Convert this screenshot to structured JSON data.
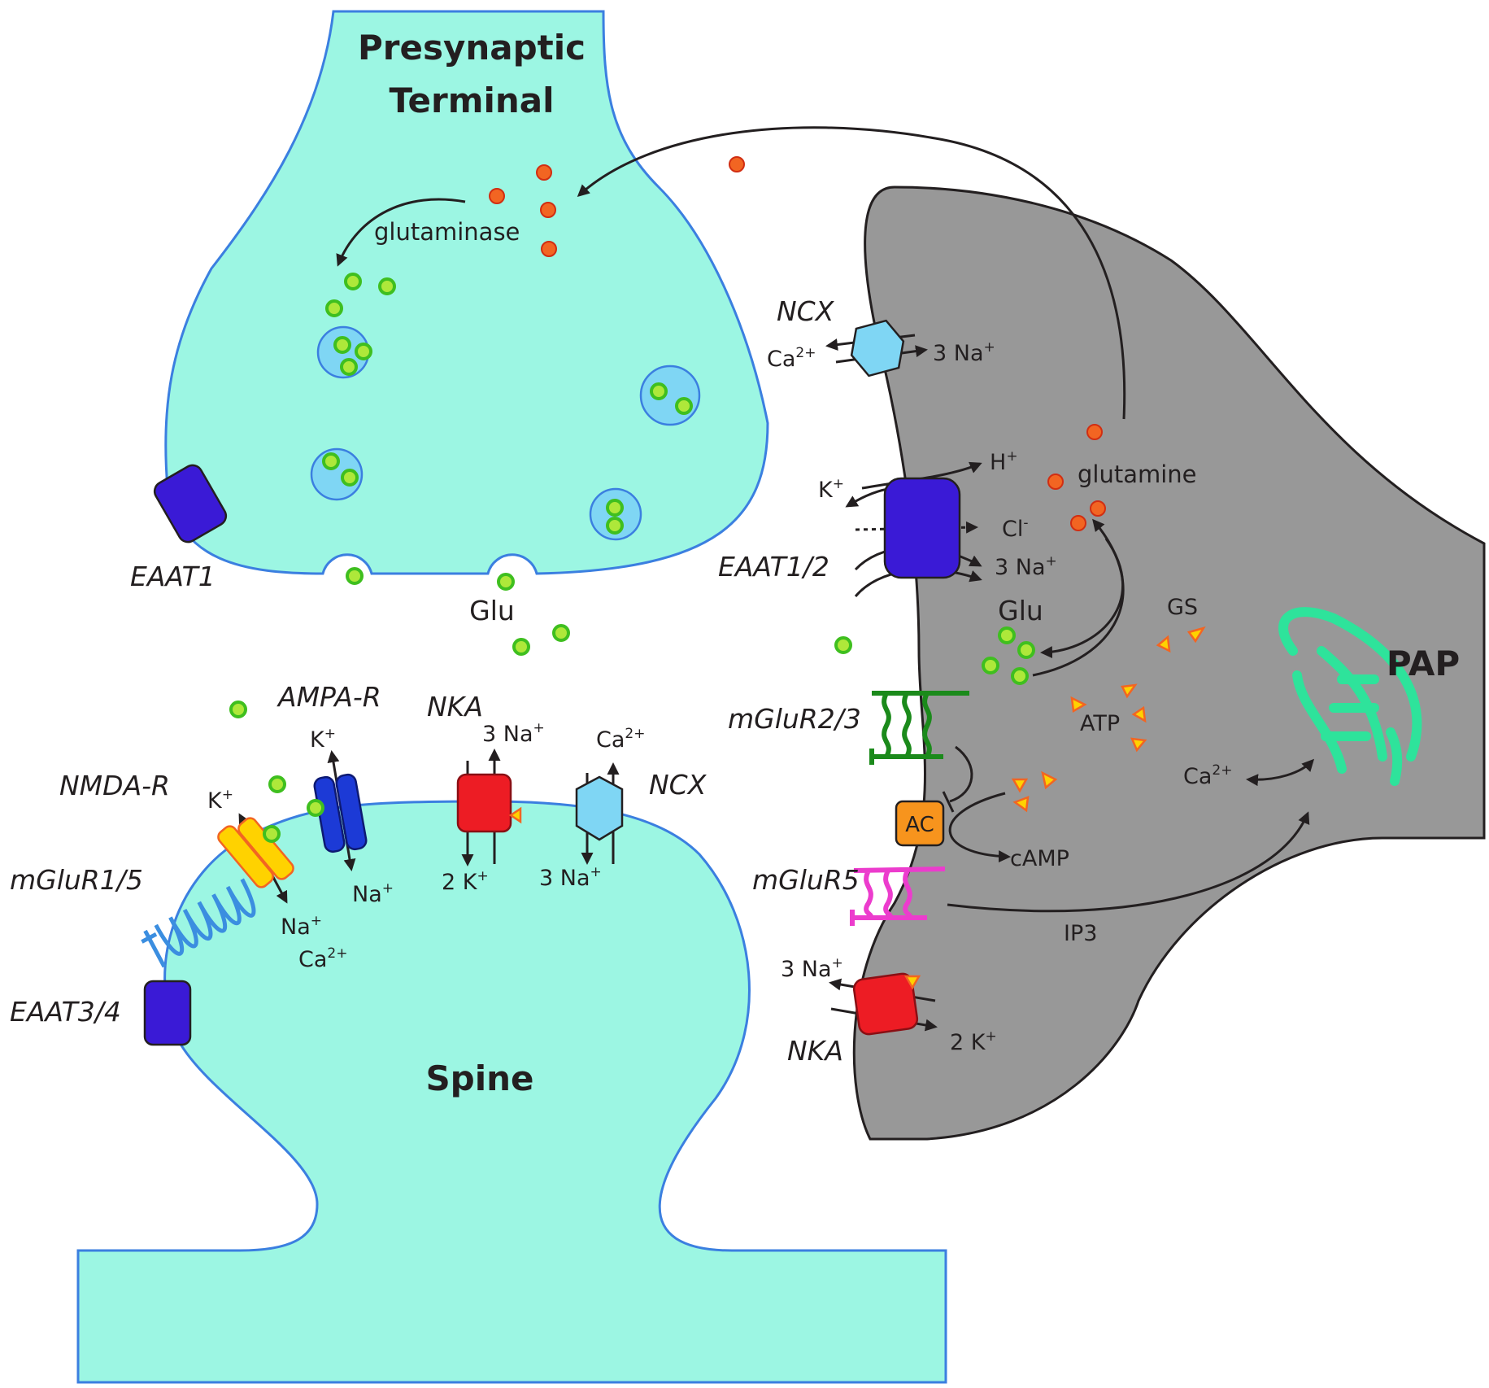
{
  "colors": {
    "neuron_fill": "#9cf6e3",
    "neuron_stroke": "#3b7fe0",
    "astro_fill": "#989898",
    "glu": "#aee83a",
    "glutamine": "#f26522",
    "atp": "#ffd200",
    "eaat": "#3a1ad6",
    "nka": "#ed1c24",
    "ncx": "#7fd6f4",
    "ampa": "#1c3ad6",
    "nmda": "#ffd200",
    "mglur15": "#3b8ee0",
    "mglur23": "#1b8a1b",
    "mglur5": "#ec3ccd",
    "ac": "#f7941d",
    "er": "#2ee39b"
  },
  "labels": {
    "presynaptic_line1": "Presynaptic",
    "presynaptic_line2": "Terminal",
    "spine": "Spine",
    "pap": "PAP",
    "glutaminase": "glutaminase",
    "glutamine": "glutamine",
    "glu_cleft": "Glu",
    "glu_pap": "Glu",
    "gs": "GS",
    "atp": "ATP",
    "camp": "cAMP",
    "ip3": "IP3",
    "ac": "AC",
    "eaat1": "EAAT1",
    "eaat12": "EAAT1/2",
    "eaat34": "EAAT3/4",
    "ampa_r": "AMPA-R",
    "nmda_r": "NMDA-R",
    "mglur15": "mGluR1/5",
    "mglur23": "mGluR2/3",
    "mglur5": "mGluR5",
    "nka_spine": "NKA",
    "nka_pap": "NKA",
    "ncx_spine": "NCX",
    "ncx_pap": "NCX"
  },
  "ions": {
    "k": "K",
    "na": "Na",
    "ca": "Ca",
    "h": "H",
    "cl": "Cl",
    "three_na": "3 Na",
    "two_k": "2 K",
    "plus": "+",
    "minus": "-",
    "two_plus": "2+"
  }
}
